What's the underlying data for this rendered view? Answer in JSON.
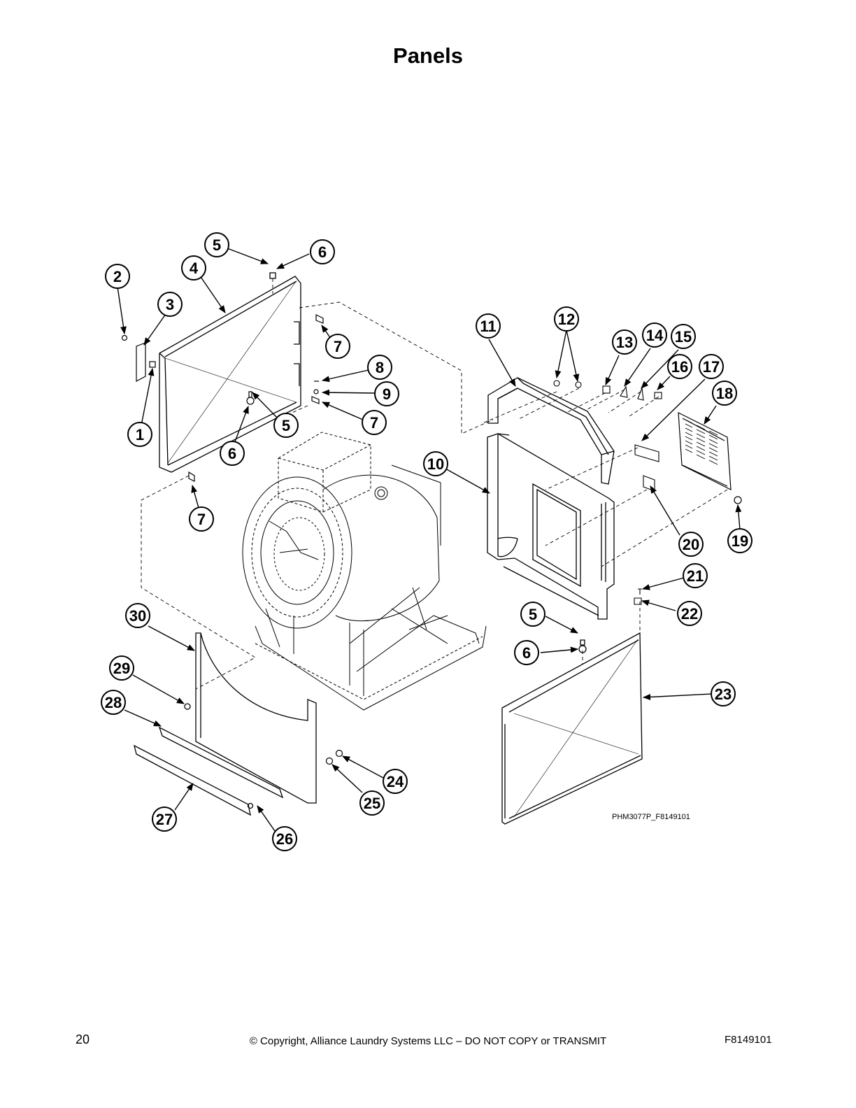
{
  "page": {
    "title": "Panels",
    "page_number": "20",
    "copyright": "© Copyright, Alliance Laundry Systems LLC – DO NOT COPY or TRANSMIT",
    "document_code": "F8149101"
  },
  "diagram": {
    "drawing_id": "PHM3077P_F8149101",
    "callouts": [
      "1",
      "2",
      "3",
      "4",
      "5",
      "6",
      "7",
      "8",
      "9",
      "10",
      "11",
      "12",
      "13",
      "14",
      "15",
      "16",
      "17",
      "18",
      "19",
      "20",
      "21",
      "22",
      "23",
      "24",
      "25",
      "26",
      "27",
      "28",
      "29",
      "30"
    ]
  },
  "colors": {
    "line": "#000000",
    "background": "#ffffff"
  }
}
